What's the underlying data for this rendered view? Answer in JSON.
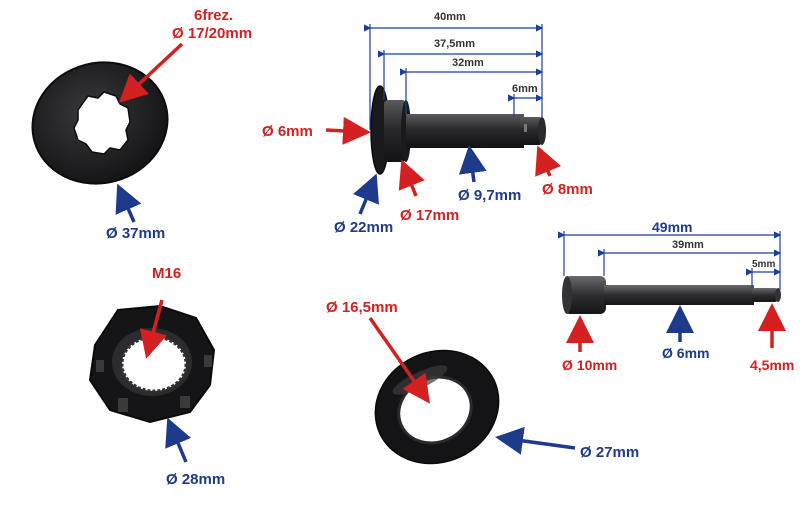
{
  "labels": {
    "washer_frez_top": "6frez.",
    "washer_inner_dia": "Ø 17/20mm",
    "washer_outer_dia": "Ø 37mm",
    "nut_thread": "M16",
    "nut_dia": "Ø 28mm",
    "shaft_total_len": "40mm",
    "shaft_len_375": "37,5mm",
    "shaft_len_32": "32mm",
    "shaft_len_6": "6mm",
    "shaft_head_dia": "Ø 6mm",
    "shaft_flange_dia": "Ø 22mm",
    "shaft_collar_dia": "Ø 17mm",
    "shaft_body_dia": "Ø 9,7mm",
    "shaft_end_dia": "Ø 8mm",
    "ring_inner_dia": "Ø 16,5mm",
    "ring_outer_dia": "Ø 27mm",
    "pin_total_len": "49mm",
    "pin_len_39": "39mm",
    "pin_len_5": "5mm",
    "pin_head_dia": "Ø 10mm",
    "pin_body_dia": "Ø 6mm",
    "pin_tip_dia": "4,5mm"
  },
  "colors": {
    "red_arrow": "#d42020",
    "blue_arrow": "#1e3a8a",
    "dim_line": "#1a3f9b",
    "part_dark": "#1d1d1f"
  }
}
